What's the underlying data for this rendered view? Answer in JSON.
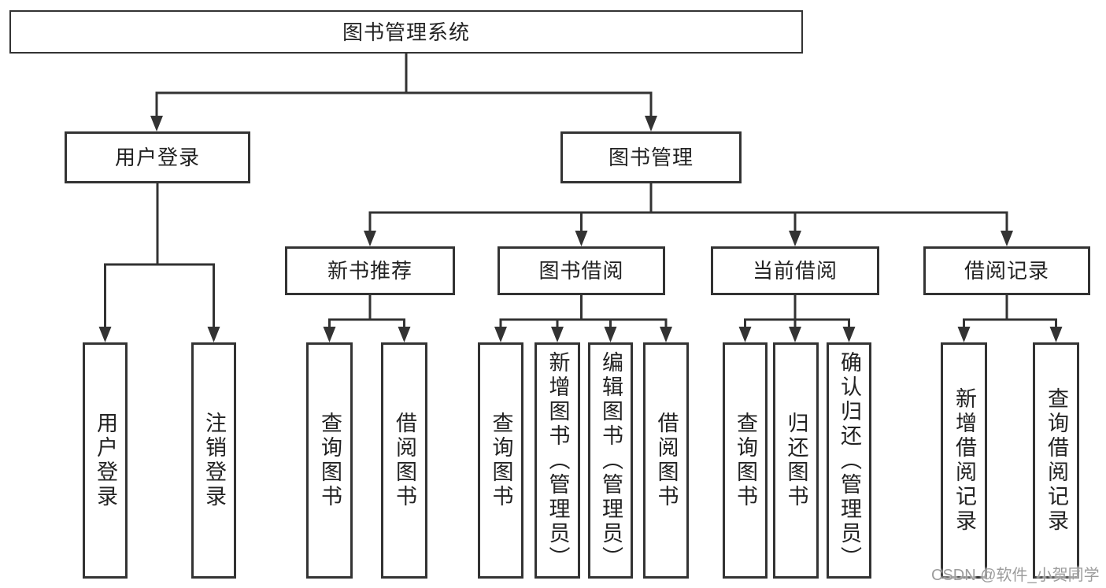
{
  "tree": {
    "label": "图书管理系统",
    "children": [
      {
        "label": "用户登录",
        "children": [
          {
            "label": "用户登录"
          },
          {
            "label": "注销登录"
          }
        ]
      },
      {
        "label": "图书管理",
        "children": [
          {
            "label": "新书推荐",
            "children": [
              {
                "label": "查询图书"
              },
              {
                "label": "借阅图书"
              }
            ]
          },
          {
            "label": "图书借阅",
            "children": [
              {
                "label": "查询图书"
              },
              {
                "label": "新增图书（管理员）"
              },
              {
                "label": "编辑图书（管理员）"
              },
              {
                "label": "借阅图书"
              }
            ]
          },
          {
            "label": "当前借阅",
            "children": [
              {
                "label": "查询图书"
              },
              {
                "label": "归还图书"
              },
              {
                "label": "确认归还（管理员）"
              }
            ]
          },
          {
            "label": "借阅记录",
            "children": [
              {
                "label": "新增借阅记录"
              },
              {
                "label": "查询借阅记录"
              }
            ]
          }
        ]
      }
    ]
  },
  "watermark": {
    "text": "CSDN @软件_小贺同学"
  },
  "colors": {
    "line": "#333333",
    "box_border": "#333333",
    "text": "#222222",
    "watermark": "#9c9c9c",
    "background": "#ffffff"
  }
}
